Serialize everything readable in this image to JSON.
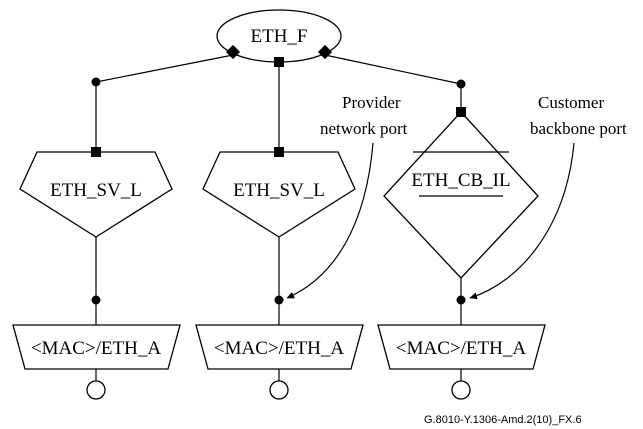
{
  "top_node": {
    "label": "ETH_F"
  },
  "branches": [
    {
      "adaptation_label": "ETH_SV_L",
      "bottom_label": "<MAC>/ETH_A"
    },
    {
      "adaptation_label": "ETH_SV_L",
      "bottom_label": "<MAC>/ETH_A"
    },
    {
      "adaptation_label": "ETH_CB_IL",
      "bottom_label": "<MAC>/ETH_A"
    }
  ],
  "annotations": {
    "provider_port": [
      "Provider",
      "network port"
    ],
    "customer_port": [
      "Customer",
      "backbone port"
    ]
  },
  "figure_id": "G.8010-Y.1306-Amd.2(10)_FX.6"
}
